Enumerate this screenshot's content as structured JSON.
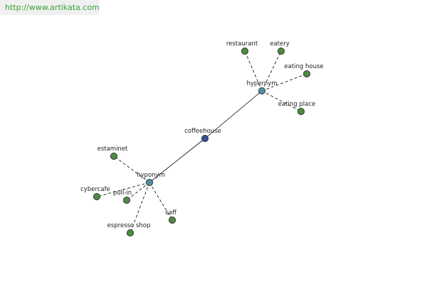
{
  "banner": {
    "url_text": "http://www.artikata.com"
  },
  "colors": {
    "banner_text": "#36a336",
    "banner_bg": "#f0f0f0",
    "center_node": "#3b4f95",
    "relation_node": "#4f8fa0",
    "word_node": "#4e8a43"
  },
  "graph": {
    "center": {
      "id": "coffeehouse",
      "label": "coffeehouse"
    },
    "relations": [
      {
        "id": "hypernym",
        "label": "hypernym",
        "words": [
          {
            "id": "restaurant",
            "label": "restaurant"
          },
          {
            "id": "eatery",
            "label": "eatery"
          },
          {
            "id": "eating-house",
            "label": "eating house"
          },
          {
            "id": "eating-place",
            "label": "eating place"
          }
        ]
      },
      {
        "id": "hyponym",
        "label": "hyponym",
        "words": [
          {
            "id": "estaminet",
            "label": "estaminet"
          },
          {
            "id": "cybercafe",
            "label": "cybercafe"
          },
          {
            "id": "pull-in",
            "label": "pull-in"
          },
          {
            "id": "caff",
            "label": "caff"
          },
          {
            "id": "espresso-shop",
            "label": "espresso shop"
          }
        ]
      }
    ]
  }
}
